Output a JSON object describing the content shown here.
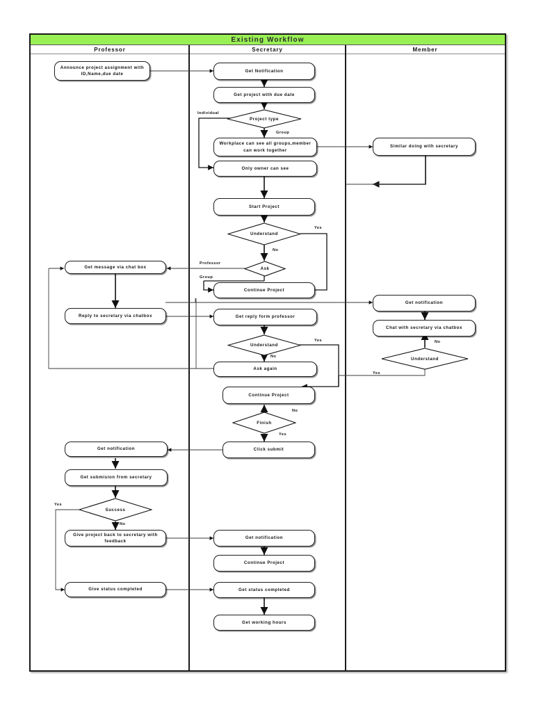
{
  "diagram": {
    "title": "Existing Workflow",
    "lanes": [
      {
        "id": "professor",
        "label": "Professor"
      },
      {
        "id": "secretary",
        "label": "Secretary"
      },
      {
        "id": "member",
        "label": "Member"
      }
    ],
    "accent_color": "#99f055",
    "node_border_color": "#1d1d1d",
    "background_color": "#ffffff"
  },
  "nodes": {
    "p1": "Announce project assignment with ID,Name,due date",
    "p2": "Get message via chat box",
    "p3": "Reply to secretary via chatbox",
    "p4": "Get notification",
    "p5": "Get submision from secretary",
    "p6": "Success",
    "p7": "Give project back to secretary with feedback",
    "p8": "Give status completed",
    "s1": "Get Notification",
    "s2": "Get project with due date",
    "s3": "Project type",
    "s4": "Workplace can see all groups,member can work together",
    "s5": "Only owner can see",
    "s6": "Start Project",
    "s7": "Understand",
    "s8": "Ask",
    "s9": "Continue Project",
    "s10": "Get reply form professor",
    "s11": "Understand",
    "s12": "Ask again",
    "s13": "Continue Project",
    "s14": "Finish",
    "s15": "Click submit",
    "s16": "Get notification",
    "s17": "Continue Project",
    "s18": "Get status completed",
    "s19": "Get working hours",
    "m1": "Similar doing with secretary",
    "m2": "Get notification",
    "m3": "Chat with secretary via chatbox",
    "m4": "Understand"
  },
  "edge_labels": {
    "e_individual": "Individual",
    "e_group": "Group",
    "e_yes1": "Yes",
    "e_no1": "No",
    "e_professor": "Professor",
    "e_askgroup": "Group",
    "e_yes2": "Yes",
    "e_no2": "No",
    "e_no_member": "No",
    "e_yes_member": "Yes",
    "e_no_finish": "No",
    "e_yes_finish": "Yes",
    "e_yes_success": "Yes",
    "e_no_success": "No"
  }
}
